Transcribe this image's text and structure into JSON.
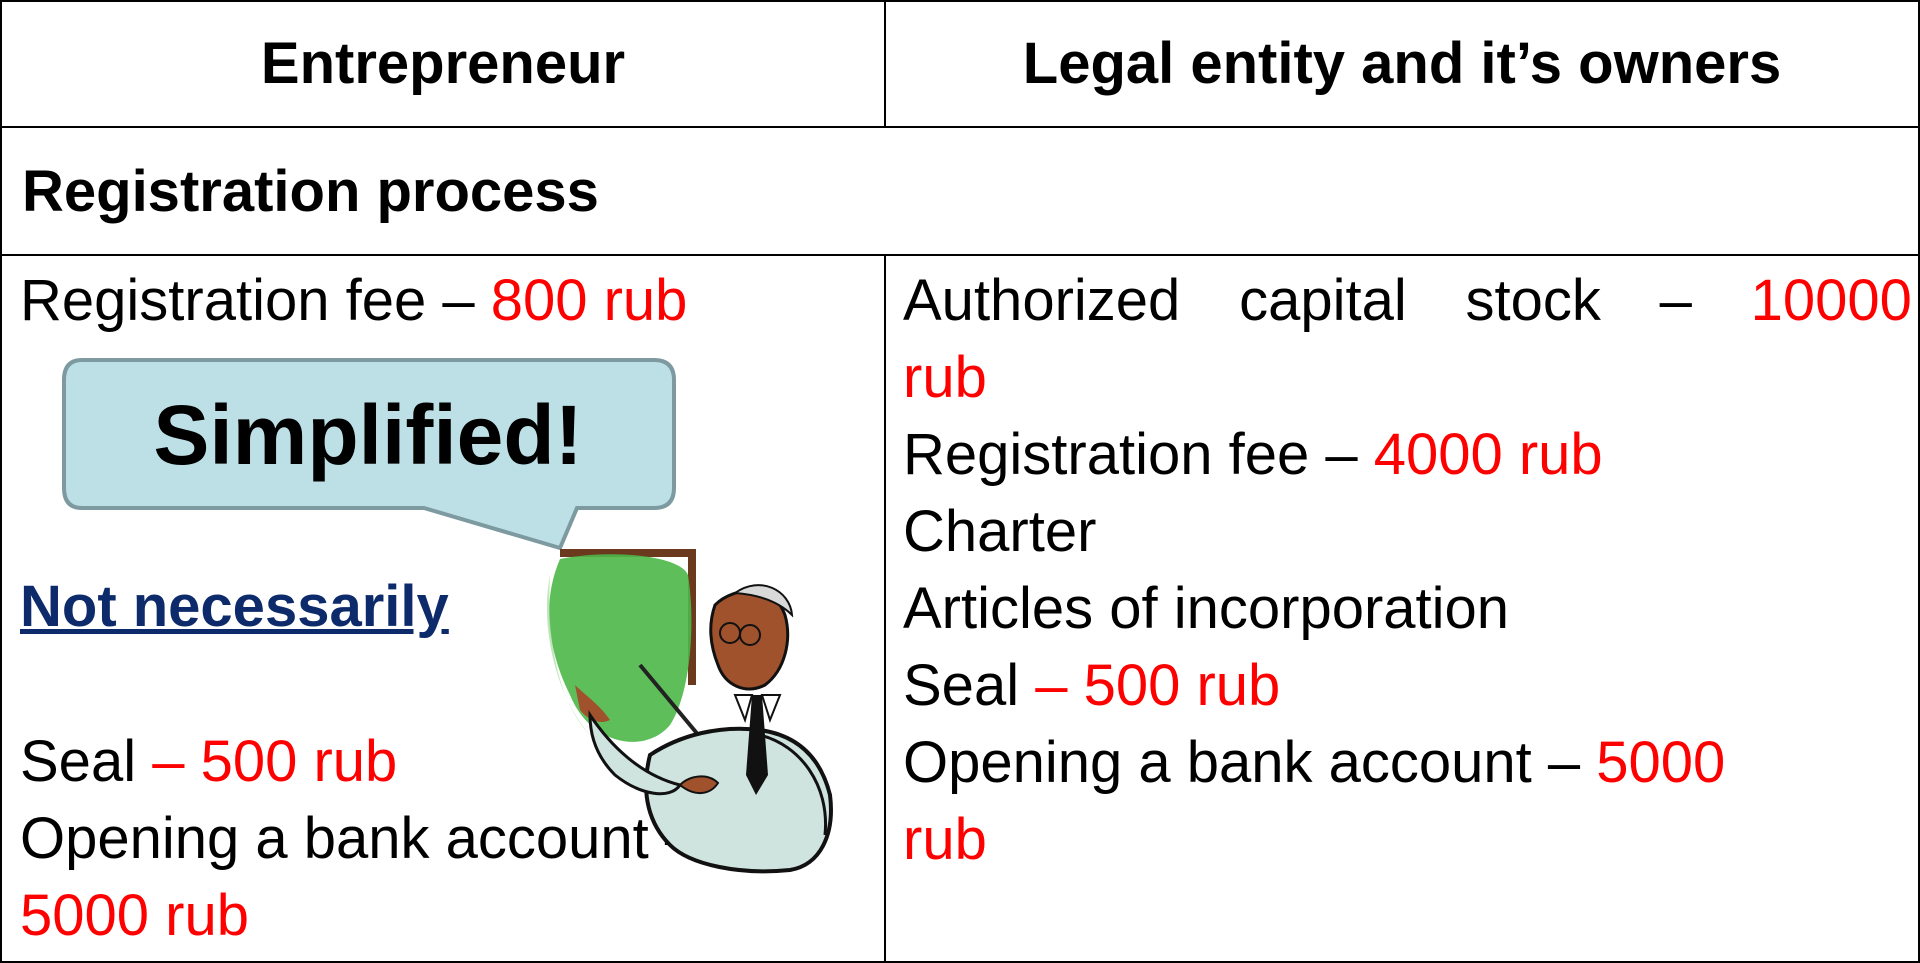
{
  "header": {
    "left": "Entrepreneur",
    "right": "Legal entity and it’s owners"
  },
  "section_title": "Registration process",
  "left": {
    "reg_fee_label": "Registration fee – ",
    "reg_fee_value": "800 rub",
    "callout": "Simplified!",
    "not_necessarily": "Not necessarily",
    "seal_label": "Seal ",
    "seal_value": "– 500 rub",
    "bank_label": "Opening a bank account –",
    "bank_value": "5000 rub"
  },
  "right": {
    "capital_words": [
      "Authorized",
      "capital",
      "stock",
      "–"
    ],
    "capital_value_1": "10000",
    "capital_value_2": "rub",
    "reg_fee_label": "Registration fee – ",
    "reg_fee_value": "4000 rub",
    "charter": "Charter",
    "articles": "Articles of incorporation",
    "seal_label": "Seal ",
    "seal_value": "– 500 rub",
    "bank_label": "Opening a bank account – ",
    "bank_value_1": "5000",
    "bank_value_2": "rub"
  },
  "colors": {
    "accent_red": "#ff0000",
    "link_blue": "#0d2a6b",
    "callout_fill": "#bde0e6",
    "board_green": "#4cb848"
  },
  "icons": {
    "callout": "speech-bubble-icon",
    "clipart": "teacher-pointing-at-board-icon"
  }
}
